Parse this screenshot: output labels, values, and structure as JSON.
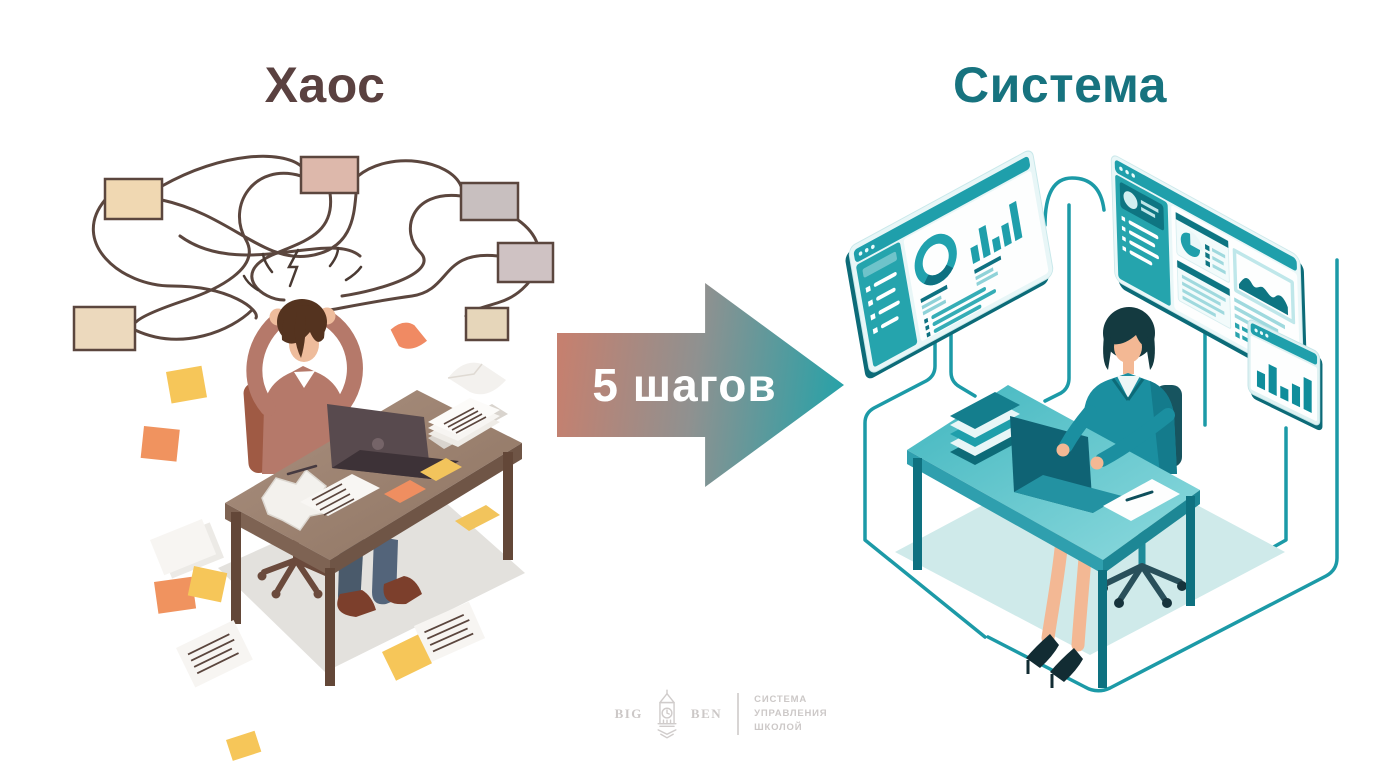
{
  "titles": {
    "chaos": "Хаос",
    "system": "Система"
  },
  "arrow": {
    "label": "5 шагов"
  },
  "logo": {
    "brand_left": "BIG",
    "brand_right": "BEN",
    "tagline": [
      "СИСТЕМА",
      "УПРАВЛЕНИЯ",
      "ШКОЛОЙ"
    ]
  },
  "colors": {
    "chaos_title": "#5a4140",
    "system_title": "#17737f",
    "arrow_start": "#c5806f",
    "arrow_end": "#27a2a8",
    "teal_accent": "#1c9aa7",
    "teal_dark": "#0e7180",
    "brown_line": "#5b463e",
    "logo_gray": "#ccc8c7"
  },
  "icons": {
    "left": [
      "tangled-wires",
      "note-boxes",
      "stressed-man",
      "messy-desk",
      "scattered-papers"
    ],
    "right": [
      "dashboard-windows",
      "connector-wires",
      "office-woman",
      "organized-desk"
    ],
    "logo_icon": "big-ben-tower"
  }
}
